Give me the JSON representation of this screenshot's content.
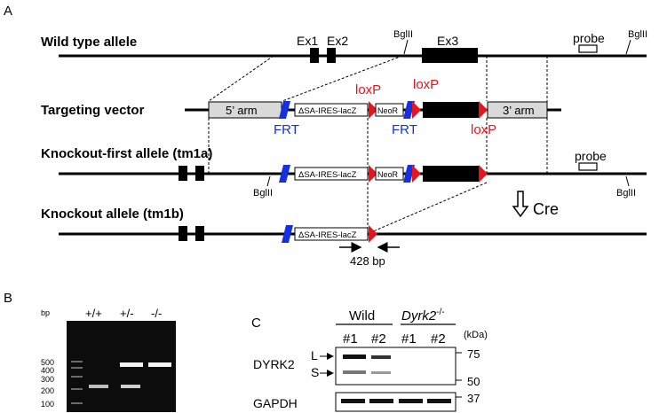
{
  "panel_a": {
    "label": "A",
    "rows": {
      "wild_type": "Wild type allele",
      "targeting": "Targeting vector",
      "tm1a": "Knockout-first allele (tm1a)",
      "tm1b": "Knockout allele (tm1b)"
    },
    "exons": {
      "ex1": "Ex1",
      "ex2": "Ex2",
      "ex3": "Ex3"
    },
    "bglii": "BglII",
    "probe": "probe",
    "arm5": "5’ arm",
    "arm3": "3’ arm",
    "cassette": "ΔSA-IRES-lacZ",
    "neor": "NeoR",
    "loxp": "loxP",
    "frt": "FRT",
    "cre": "Cre",
    "amplicon": "428 bp",
    "colors": {
      "red": "#e8141b",
      "blue": "#1530e0",
      "arm_fill": "#d9d9d9"
    }
  },
  "panel_b": {
    "label": "B",
    "unit": "bp",
    "lanes": [
      "+/+",
      "+/-",
      "-/-"
    ],
    "ladder": [
      "500",
      "400",
      "300",
      "200",
      "100"
    ]
  },
  "panel_c": {
    "label": "C",
    "group_wild": "Wild",
    "group_ko_gene": "Dyrk2",
    "group_ko_sup": "-/-",
    "kda": "(kDa)",
    "lanes": [
      "#1",
      "#2",
      "#1",
      "#2"
    ],
    "dyrk2": "DYRK2",
    "gapdh": "GAPDH",
    "band_l": "L",
    "band_s": "S",
    "mw": [
      "75",
      "50",
      "37"
    ]
  }
}
